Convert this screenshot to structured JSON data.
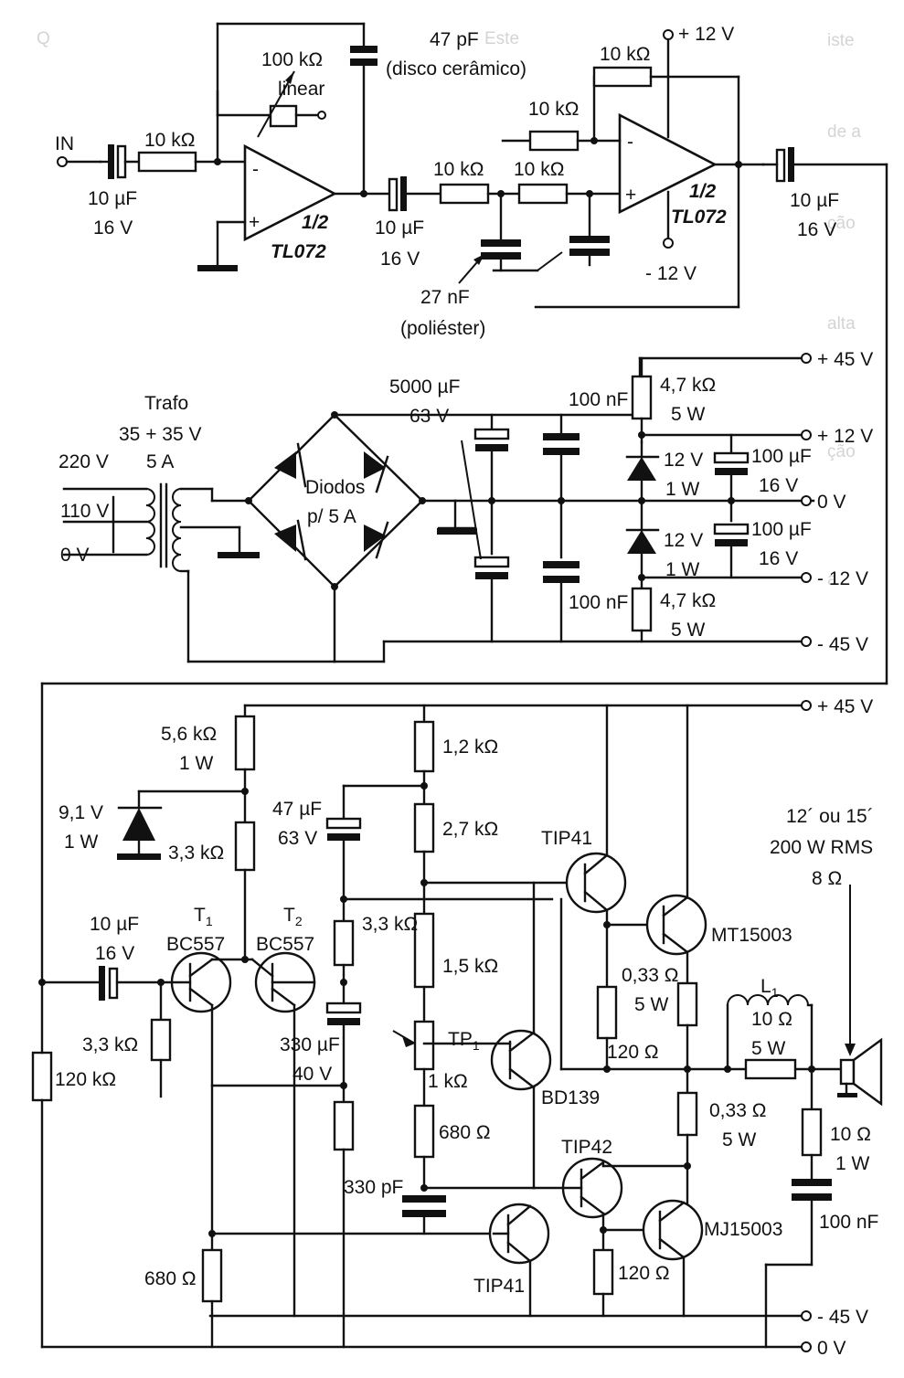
{
  "colors": {
    "ink": "#111111",
    "paper": "#ffffff",
    "ghost_text": "#d4d4d4"
  },
  "labels": {
    "in": "IN",
    "r_in": "10 kΩ",
    "c_in_val": "10 µF",
    "c_in_v": "16 V",
    "pot_val": "100 kΩ",
    "pot_type": "linear",
    "c47p_val": "47 pF",
    "c47p_type": "(disco cerâmico)",
    "op1_frac": "1/2",
    "op1_name": "TL072",
    "c2_val": "10 µF",
    "c2_v": "16 V",
    "r_a": "10 kΩ",
    "r_b": "10 kΩ",
    "c27_val": "27 nF",
    "c27_type": "(poliéster)",
    "r_fb2": "10 kΩ",
    "r_g2": "10 kΩ",
    "v12p": "+ 12 V",
    "v12n": "- 12 V",
    "op2_frac": "1/2",
    "op2_name": "TL072",
    "c_out_val": "10 µF",
    "c_out_v": "16 V",
    "trafo": "Trafo",
    "trafo_spec": "35 + 35 V",
    "t220": "220 V",
    "t110": "110 V",
    "t0": "0 V",
    "t5a": "5 A",
    "diodes": "Diodos",
    "diodes2": "p/ 5 A",
    "c5000": "5000 µF",
    "c5000_v": "63 V",
    "c100n_a": "100 nF",
    "c100n_b": "100 nF",
    "r47a": "4,7 kΩ",
    "r47a_w": "5 W",
    "r47b": "4,7 kΩ",
    "r47b_w": "5 W",
    "z12a": "12 V",
    "z12a_w": "1 W",
    "z12b": "12 V",
    "z12b_w": "1 W",
    "c100u_a": "100 µF",
    "c100u_a_v": "16 V",
    "c100u_b": "100 µF",
    "c100u_b_v": "16 V",
    "rail_p45": "+ 45 V",
    "rail_p12": "+ 12 V",
    "rail_0": "0 V",
    "rail_m12": "- 12 V",
    "rail_m45": "- 45 V",
    "rail_p45b": "+ 45 V",
    "rail_m45b": "- 45 V",
    "rail_0b": "0 V",
    "r56": "5,6 kΩ",
    "r56_w": "1 W",
    "z91": "9,1 V",
    "z91_w": "1 W",
    "r33a": "3,3 kΩ",
    "c10_val": "10 µF",
    "c10_v": "16 V",
    "t1": "T",
    "t1_sub": "1",
    "t1_name": "BC557",
    "t2": "T",
    "t2_sub": "2",
    "t2_name": "BC557",
    "r33b": "3,3 kΩ",
    "r120k": "120 kΩ",
    "c47u": "47 µF",
    "c47u_v": "63 V",
    "r33c": "3,3 kΩ",
    "c330u": "330 µF",
    "c330u_v": "40 V",
    "r680a": "680 Ω",
    "r12k": "1,2 kΩ",
    "r27k": "2,7 kΩ",
    "r15k": "1,5 kΩ",
    "tp1": "TP",
    "tp1_sub": "1",
    "tp1_val": "1 kΩ",
    "r680b": "680 Ω",
    "c330p": "330 pF",
    "bd139": "BD139",
    "tip41a": "TIP41",
    "tip42": "TIP42",
    "tip41b": "TIP41",
    "mt15003": "MT15003",
    "mj15003": "MJ15003",
    "r033a": "0,33 Ω",
    "r033a_w": "5 W",
    "r033b": "0,33 Ω",
    "r033b_w": "5 W",
    "r120a": "120 Ω",
    "r120b": "120 Ω",
    "l1": "L",
    "l1_sub": "1",
    "l1_val": "10 Ω",
    "l1_w": "5 W",
    "r10": "10 Ω",
    "r10_w": "1 W",
    "c100n_z": "100 nF",
    "spk1": "12´ ou 15´",
    "spk2": "200 W RMS",
    "spk3": "8 Ω"
  }
}
